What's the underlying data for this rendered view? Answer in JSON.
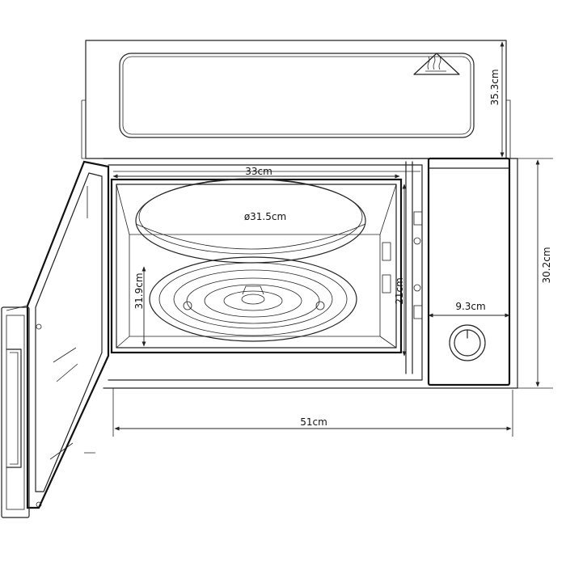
{
  "diagram": {
    "dimensions": {
      "height_total": "35.3cm",
      "cavity_width": "33cm",
      "turntable": "ø31.5cm",
      "cavity_depth": "31.9cm",
      "cavity_height": "21cm",
      "body_height": "30.2cm",
      "panel_width": "9.3cm",
      "total_width": "51cm"
    },
    "icons": {
      "warning": "hot-surface-warning-icon"
    }
  }
}
